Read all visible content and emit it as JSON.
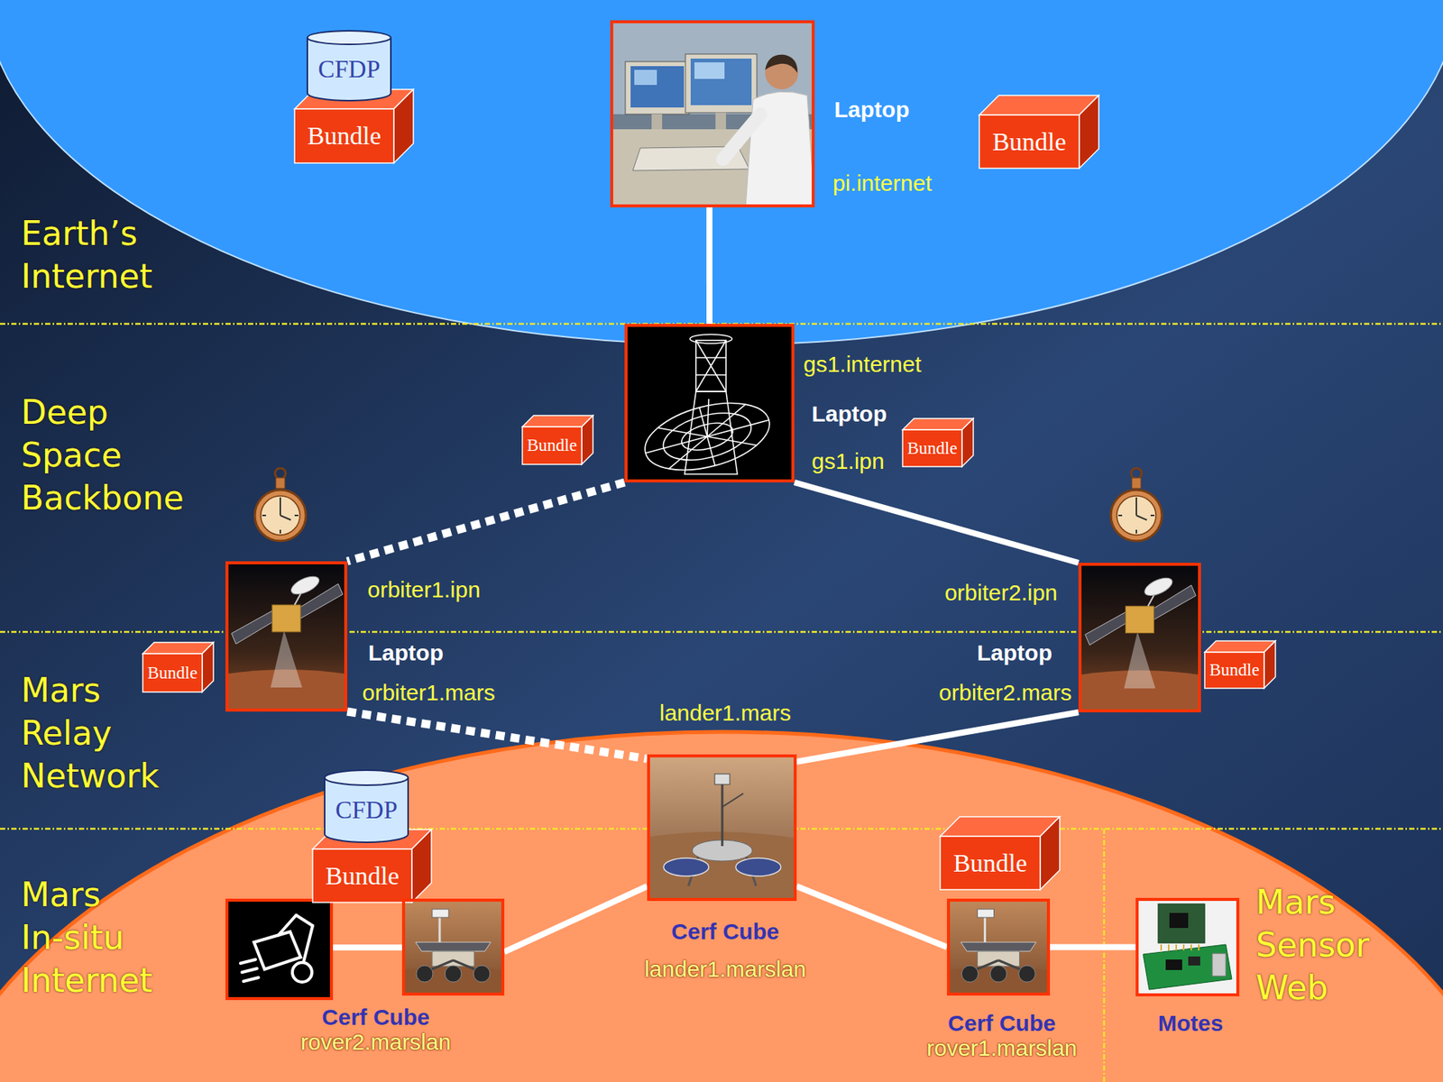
{
  "diagram": {
    "nodes": [
      {
        "text": [
          "CFDP"
        ]
      },
      {
        "text": [
          "Bundle"
        ]
      },
      {
        "text": [
          "Laptop",
          "pi.internet"
        ]
      },
      {
        "text": [
          "Bundle"
        ]
      },
      {
        "text": [
          "gs1.internet",
          "Laptop",
          "gs1.ipn"
        ]
      },
      {
        "text": [
          "Bundle"
        ]
      },
      {
        "text": [
          "Bundle"
        ]
      },
      {
        "text": [
          "orbiter1.ipn",
          "Laptop",
          "orbiter1.mars"
        ]
      },
      {
        "text": [
          "orbiter2.ipn",
          "Laptop",
          "orbiter2.mars"
        ]
      },
      {
        "text": [
          "Bundle"
        ]
      },
      {
        "text": [
          "Bundle"
        ]
      },
      {
        "text": [
          "lander1.mars",
          "Cerf Cube",
          "lander1.marslan"
        ]
      },
      {
        "text": [
          "CFDP"
        ]
      },
      {
        "text": [
          "Bundle"
        ]
      },
      {
        "text": [
          "Bundle"
        ]
      },
      {
        "text": [
          "Cerf Cube",
          "rover2.marslan"
        ]
      },
      {
        "text": [
          "Cerf Cube",
          "rover1.marslan"
        ]
      },
      {
        "text": [
          "Motes"
        ]
      }
    ],
    "edges": [
      {
        "from": 2,
        "to": 4,
        "arrow": "none"
      },
      {
        "from": 4,
        "to": 7,
        "arrow": "none"
      },
      {
        "from": 4,
        "to": 8,
        "arrow": "none"
      },
      {
        "from": 7,
        "to": 11,
        "arrow": "none"
      },
      {
        "from": 8,
        "to": 11,
        "arrow": "none"
      },
      {
        "from": 11,
        "to": 15,
        "arrow": "none"
      },
      {
        "from": 11,
        "to": 16,
        "arrow": "none"
      },
      {
        "from": 16,
        "to": 17,
        "arrow": "none"
      }
    ],
    "labels": [
      "Earth’s Internet",
      "Deep Space Backbone",
      "Mars Relay Network",
      "Mars In-situ Internet",
      "Mars Sensor Web"
    ]
  }
}
